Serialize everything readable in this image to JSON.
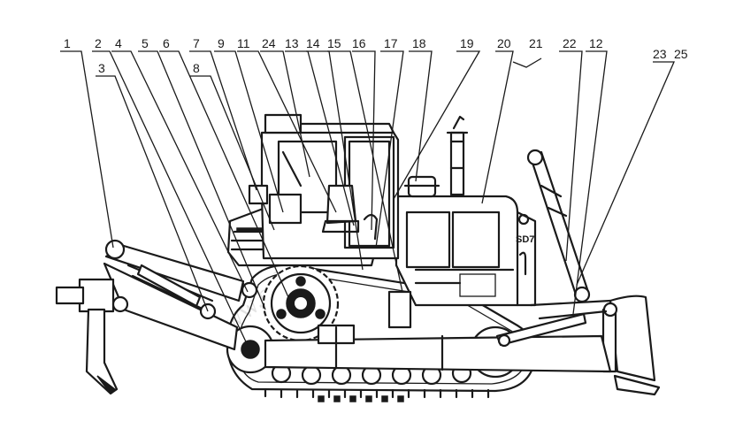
{
  "labels": [
    {
      "text": "1"
    },
    {
      "text": "2"
    },
    {
      "text": "3"
    },
    {
      "text": "4"
    },
    {
      "text": "5"
    },
    {
      "text": "6"
    },
    {
      "text": "7"
    },
    {
      "text": "8"
    },
    {
      "text": "9"
    },
    {
      "text": "11"
    },
    {
      "text": "24"
    },
    {
      "text": "13"
    },
    {
      "text": "14"
    },
    {
      "text": "15"
    },
    {
      "text": "16"
    },
    {
      "text": "17"
    },
    {
      "text": "18"
    },
    {
      "text": "19"
    },
    {
      "text": "20"
    },
    {
      "text": "21"
    },
    {
      "text": "22"
    },
    {
      "text": "12"
    },
    {
      "text": "23"
    },
    {
      "text": "25"
    }
  ],
  "machine_badge": "SD7",
  "watermark": "www.bolshoiking.net",
  "colors": {
    "ink": "#1a1a1a",
    "background": "#ffffff",
    "watermark": "#cfcfcf"
  }
}
